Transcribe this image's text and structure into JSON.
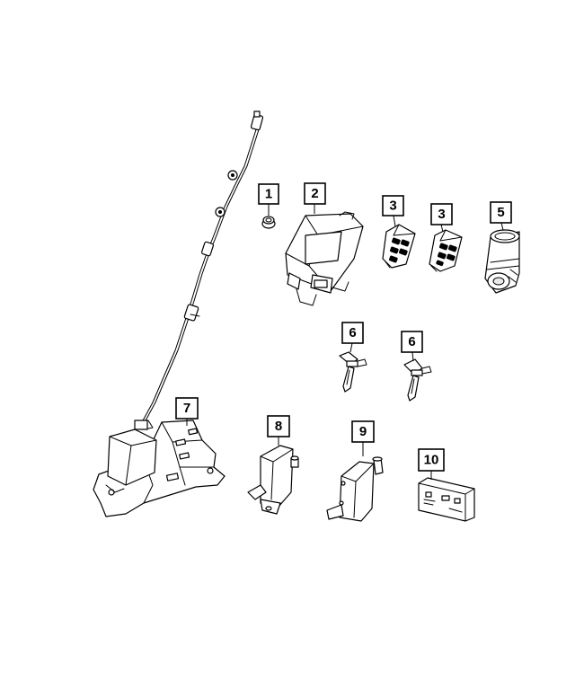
{
  "callouts": [
    {
      "id": "c1",
      "label": "1"
    },
    {
      "id": "c2",
      "label": "2"
    },
    {
      "id": "c3a",
      "label": "3"
    },
    {
      "id": "c3b",
      "label": "3"
    },
    {
      "id": "c5",
      "label": "5"
    },
    {
      "id": "c6a",
      "label": "6"
    },
    {
      "id": "c6b",
      "label": "6"
    },
    {
      "id": "c7",
      "label": "7"
    },
    {
      "id": "c8",
      "label": "8"
    },
    {
      "id": "c9",
      "label": "9"
    },
    {
      "id": "c10",
      "label": "10"
    }
  ],
  "colors": {
    "line": "#000000",
    "background": "#ffffff"
  }
}
